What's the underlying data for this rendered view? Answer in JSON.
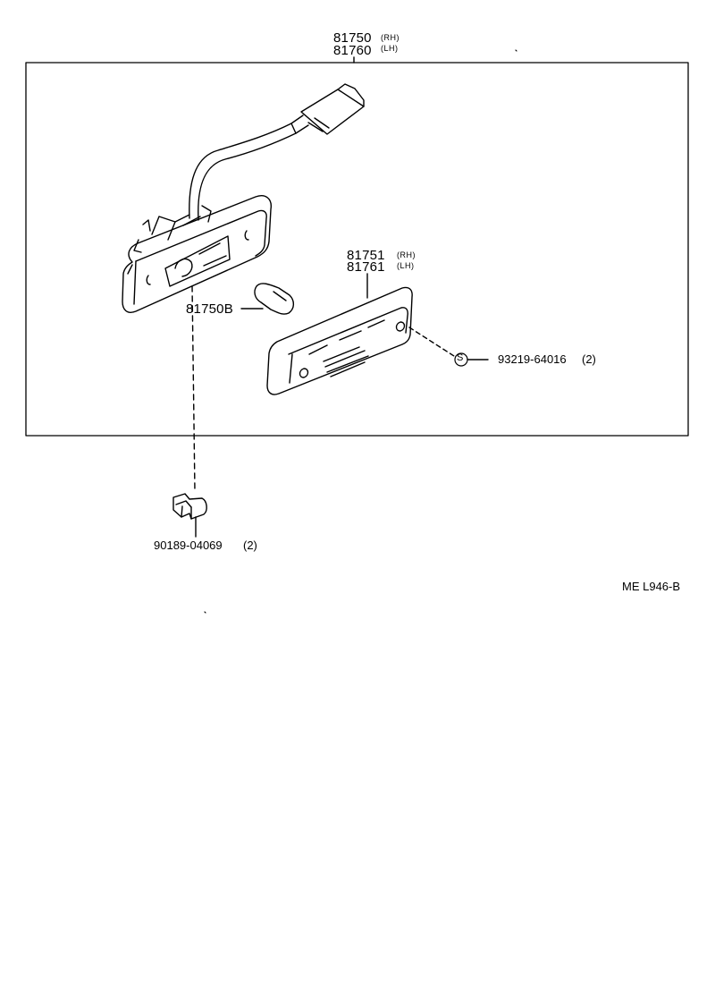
{
  "parts": {
    "assembly": {
      "rh": "81750",
      "rh_side": "(RH)",
      "lh": "81760",
      "lh_side": "(LH)"
    },
    "lens": {
      "rh": "81751",
      "rh_side": "(RH)",
      "lh": "81761",
      "lh_side": "(LH)"
    },
    "bulb": {
      "number": "81750B"
    },
    "screw": {
      "symbol": "S",
      "number": "93219-64016",
      "qty": "(2)"
    },
    "clip": {
      "number": "90189-04069",
      "qty": "(2)"
    }
  },
  "diagram_code": "ME L946-B",
  "colors": {
    "ink": "#000000",
    "background": "#ffffff"
  }
}
